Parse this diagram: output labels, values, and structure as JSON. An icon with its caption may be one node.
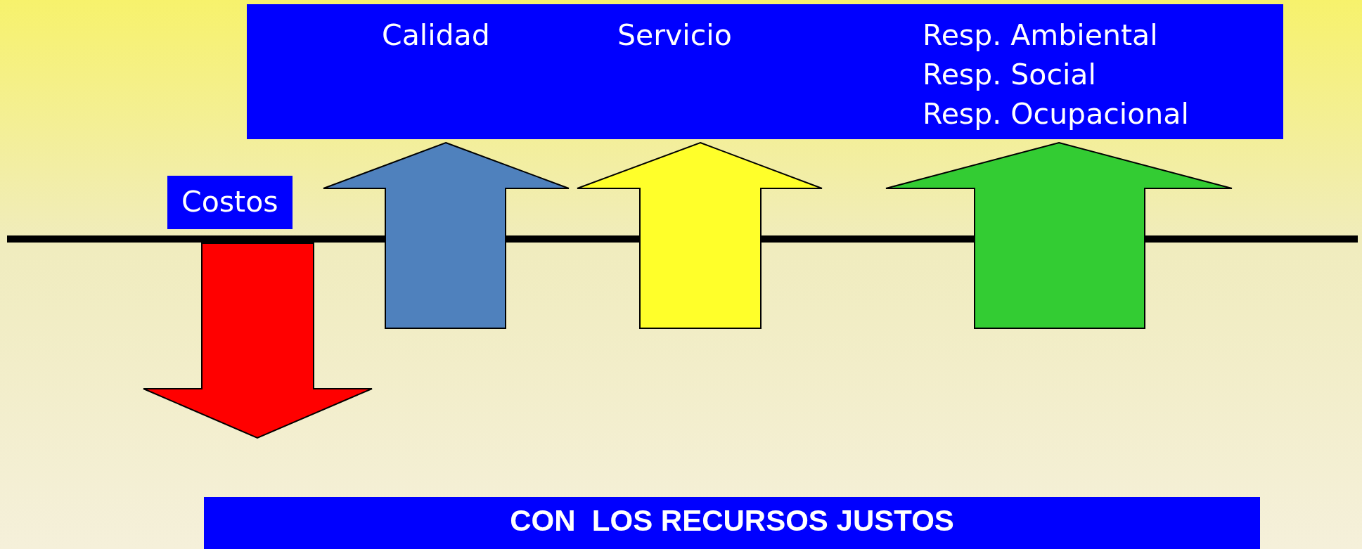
{
  "diagram": {
    "nodes": [
      {
        "text": [
          "Calidad",
          "Servicio",
          "Resp. Ambiental",
          "Resp. Social",
          "Resp. Ocupacional"
        ]
      },
      {
        "text": [
          "Costos"
        ]
      },
      {
        "text": [
          "CON  LOS RECURSOS JUSTOS"
        ]
      }
    ]
  }
}
